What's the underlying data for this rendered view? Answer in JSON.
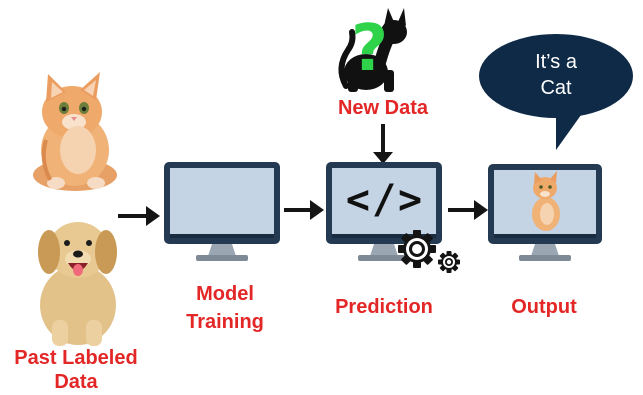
{
  "labels": {
    "past_data_line1": "Past Labeled",
    "past_data_line2": "Data",
    "model_line1": "Model",
    "model_line2": "Training",
    "new_data": "New Data",
    "prediction": "Prediction",
    "output": "Output"
  },
  "bubble": {
    "line1": "It’s a",
    "line2": "Cat"
  },
  "code_symbol": "</>",
  "question_mark": "?",
  "colors": {
    "label_red": "#e32626",
    "monitor_frame": "#233a52",
    "screen": "#c4d4e4",
    "bubble_fill": "#0e2a47",
    "question_green": "#2fd34a"
  },
  "icons": [
    "kitten-photo",
    "puppy-photo",
    "black-cat-icon",
    "monitor-icon",
    "gear-icon",
    "arrow-icon",
    "speech-bubble"
  ]
}
